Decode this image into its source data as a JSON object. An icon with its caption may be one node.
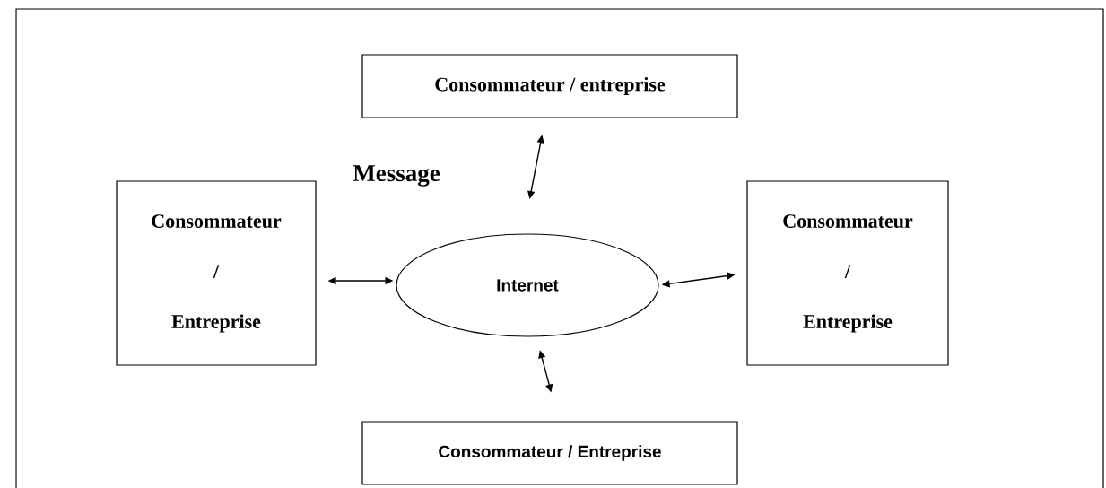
{
  "diagram": {
    "nodes": [
      {
        "text": [
          "Consommateur / entreprise"
        ]
      },
      {
        "text": [
          "Consommateur",
          "/",
          "Entreprise"
        ]
      },
      {
        "text": [
          "Internet"
        ]
      },
      {
        "text": [
          "Consommateur",
          "/",
          "Entreprise"
        ]
      },
      {
        "text": [
          "Consommateur / Entreprise"
        ]
      }
    ],
    "edges": [
      {
        "from": 0,
        "to": 2,
        "arrow": "both"
      },
      {
        "from": 1,
        "to": 2,
        "arrow": "both"
      },
      {
        "from": 2,
        "to": 3,
        "arrow": "both"
      },
      {
        "from": 2,
        "to": 4,
        "arrow": "both"
      }
    ],
    "labels": [
      "Message"
    ]
  }
}
